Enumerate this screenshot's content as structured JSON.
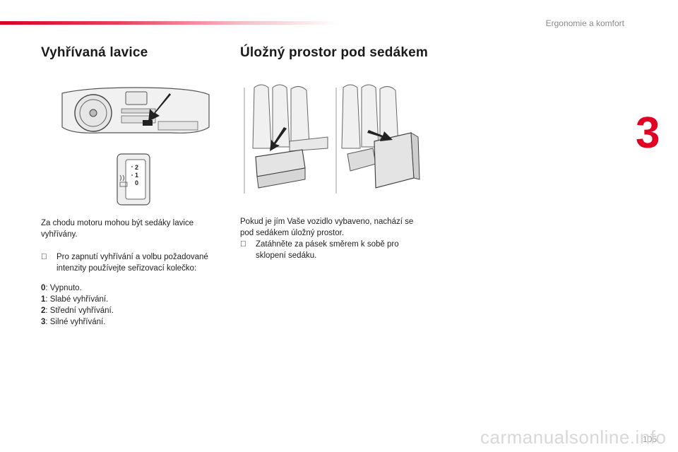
{
  "header": {
    "section": "Ergonomie a komfort"
  },
  "chapter": "3",
  "left": {
    "title": "Vyhřívaná lavice",
    "dial_labels": [
      "2",
      "1",
      "0"
    ],
    "intro": "Za chodu motoru mohou být sedáky lavice vyhřívány.",
    "bullet_mark": "",
    "bullet": "Pro zapnutí vyhřívání a volbu požadované intenzity používejte seřizovací kolečko:",
    "levels": [
      {
        "key": "0",
        "text": ": Vypnuto."
      },
      {
        "key": "1",
        "text": ": Slabé vyhřívání."
      },
      {
        "key": "2",
        "text": ": Střední vyhřívání."
      },
      {
        "key": "3",
        "text": ": Silné vyhřívání."
      }
    ]
  },
  "right": {
    "title": "Úložný prostor pod sedákem",
    "intro": "Pokud je jím Vaše vozidlo vybaveno, nachází se pod sedákem úložný prostor.",
    "bullet_mark": "",
    "bullet": "Zatáhněte za pásek směrem k sobě pro sklopení sedáku."
  },
  "footer": {
    "page_number": "105",
    "watermark": "carmanualsonline.info"
  }
}
